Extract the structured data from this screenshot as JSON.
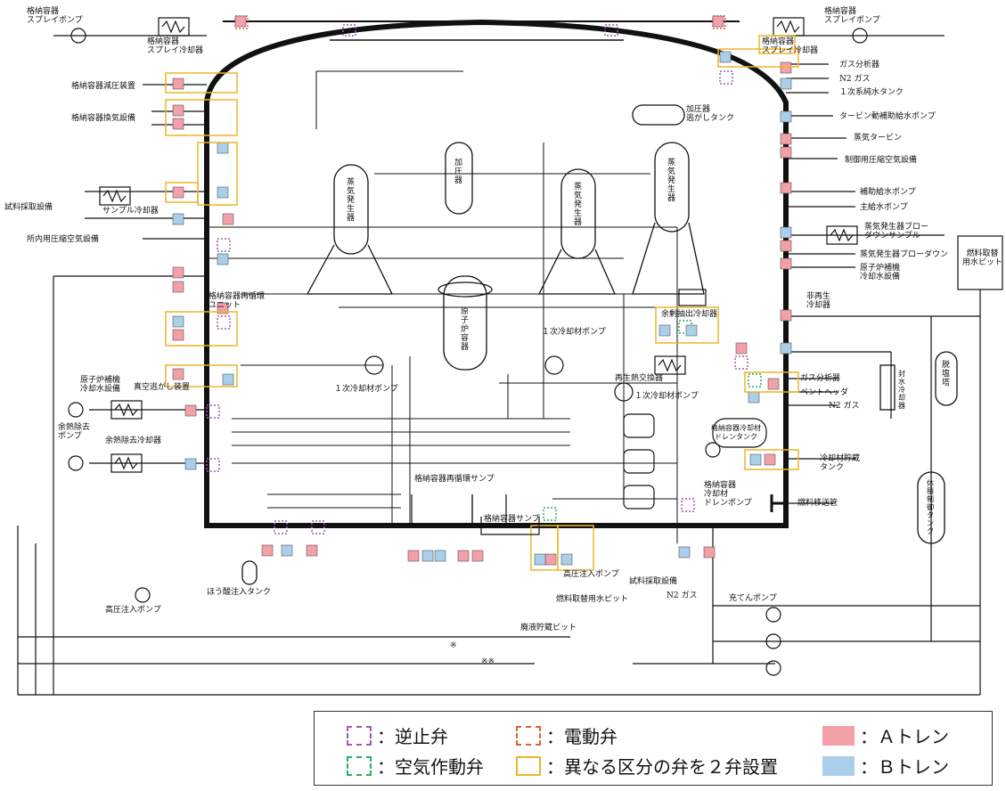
{
  "labels": {
    "cv_spray_pump_l": "格納容器\nスプレイポンプ",
    "cv_spray_cooler_l": "格納容器\nスプレイ冷却器",
    "cv_spray_pump_r": "格納容器\nスプレイポンプ",
    "cv_spray_cooler_r": "格納容器\nスプレイ冷却器",
    "cv_depressurization": "格納容器減圧装置",
    "cv_ventilation": "格納容器換気設備",
    "sample_system": "試料採取設備",
    "sample_cooler": "サンプル冷却器",
    "station_air": "所内用圧縮空気設備",
    "recirc_unit": "格納容器再循環\nユニット",
    "ccw_left": "原子炉補機\n冷却水設備",
    "vacuum_breaker": "真空逃がし装置",
    "rhr_pump": "余熱除去\nポンプ",
    "rhr_cooler": "余熱除去冷却器",
    "hp_pump_left": "高圧注入ポンプ",
    "boric_tank": "ほう酸注入タンク",
    "gas_analyzer_top": "ガス分析器",
    "n2_top": "N2 ガス",
    "primary_pure_water": "１次系純水タンク",
    "pzr_relief_tank": "加圧器\n逃がしタンク",
    "pressurizer": "加\n圧\n器",
    "sg1": "蒸\n気\n発\n生\n器",
    "sg2": "蒸\n気\n発\n生\n器",
    "sg3": "蒸\n気\n発\n生\n器",
    "reactor_vessel": "原\n子\n炉\n容\n器",
    "rcp_center": "１次冷却材ポンプ",
    "rcp_left": "１次冷却材ポンプ",
    "rcp_right": "１次冷却材ポンプ",
    "regen_hx": "再生熱交換器",
    "excess_letdown": "余剰抽出冷却器",
    "turbine_afw_pump": "タービン動補助給水ポンプ",
    "steam_turbine": "蒸気タービン",
    "control_air": "制御用圧縮空気設備",
    "afw_pump": "補助給水ポンプ",
    "main_fw_pump": "主給水ポンプ",
    "sg_blowdown_sample": "蒸気発生器ブロー\nダウンサンプル",
    "sg_blowdown": "蒸気発生器ブローダウン",
    "ccw_right": "原子炉補機\n冷却水設備",
    "nonregen_cooler": "非再生\n冷却器",
    "fuel_pit_water": "燃料取替\n用水ピット",
    "demineralizer": "脱\n塩\n塔",
    "seal_water_filter": "封\n水\n冷\n却\n器",
    "gas_analyzer_mid": "ガス分析器",
    "vent_header": "ベントヘッダ",
    "n2_mid": "N2 ガス",
    "coolant_drain_tank": "格納容器冷却材\nドレンタンク",
    "coolant_storage_tank": "冷却材貯蔵\nタンク",
    "volume_control_tank": "体\n積\n制\n御\nタ\nン\nク",
    "coolant_drain_pump": "格納容器\n冷却材\nドレンポンプ",
    "fuel_transfer_tube": "燃料移送管",
    "recirc_sump": "格納容器再循環サンプ",
    "cv_sump": "格納容器サンプ",
    "hp_pump_center": "高圧注入ポンプ",
    "fuel_pit_water2": "燃料取替用水ピット",
    "waste_pit": "廃液貯蔵ピット",
    "sample_system2": "試料採取設備",
    "n2_bottom": "N2 ガス",
    "charging_pump": "充てんポンプ",
    "mark_single": "※",
    "mark_double": "※※"
  },
  "legend": {
    "check_valve": "：逆止弁",
    "motor_valve": "：電動弁",
    "air_valve": "：空気作動弁",
    "dual_valve": "：異なる区分の弁を２弁設置",
    "train_a": "：Ａトレン",
    "train_b": "：Ｂトレン"
  },
  "colors": {
    "train_a": "#f4a0a8",
    "train_b": "#a9cfea",
    "check": "#9b59b6",
    "motor": "#e0603a",
    "air": "#27ae60",
    "dual": "#f0b429"
  }
}
